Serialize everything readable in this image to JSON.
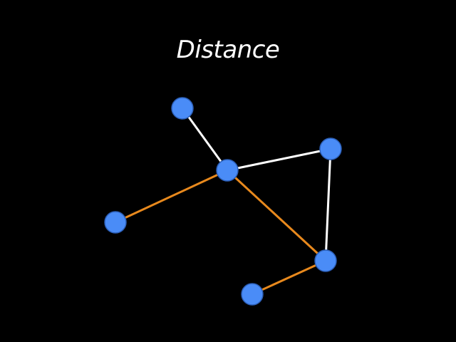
{
  "title": "Distance",
  "colors": {
    "background": "#000000",
    "node_fill": "#4a8cf7",
    "node_stroke": "#2c5fb8",
    "edge_default": "#ffffff",
    "edge_highlight": "#e8891d"
  },
  "nodes": [
    {
      "id": "n1"
    },
    {
      "id": "center"
    },
    {
      "id": "right-top"
    },
    {
      "id": "left"
    },
    {
      "id": "right-bottom"
    },
    {
      "id": "bottom"
    }
  ],
  "edges": [
    {
      "from": "n1",
      "to": "center",
      "highlight": false
    },
    {
      "from": "center",
      "to": "right-top",
      "highlight": false
    },
    {
      "from": "right-top",
      "to": "right-bottom",
      "highlight": false
    },
    {
      "from": "center",
      "to": "left",
      "highlight": true
    },
    {
      "from": "center",
      "to": "right-bottom",
      "highlight": true
    },
    {
      "from": "right-bottom",
      "to": "bottom",
      "highlight": true
    }
  ]
}
